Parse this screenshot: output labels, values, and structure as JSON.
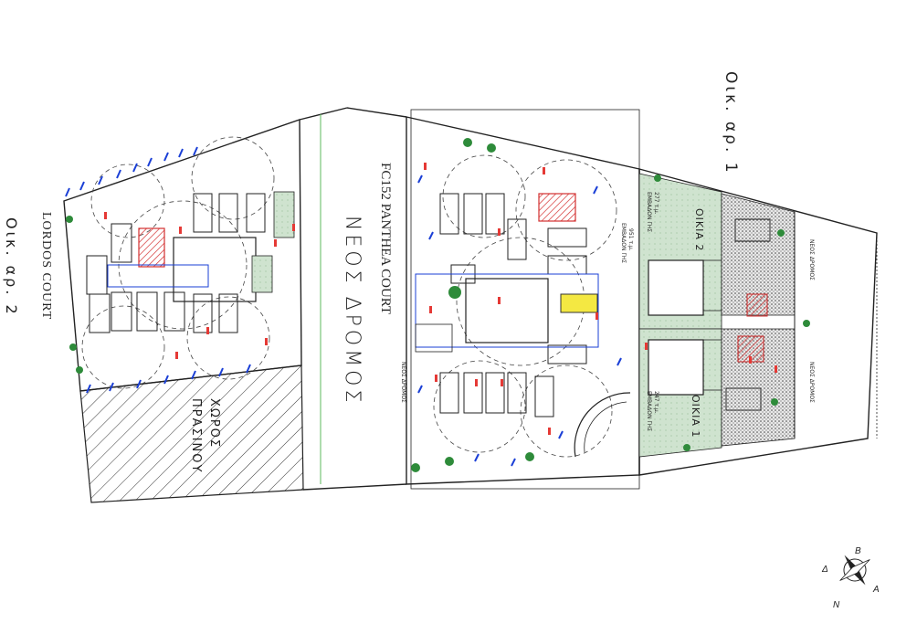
{
  "labels": {
    "plot_1": "Οικ. αρ. 1",
    "plot_2": "Οικ. αρ. 2",
    "lordos_court": "LORDOS COURT",
    "green_space": "ΧΩΡΟΣ ΠΡΑΣΙΝΟΥ",
    "new_road_main": "ΝΕΟΣ ΔΡΟΜΟΣ",
    "panthea_court": "FC152 PANTHEA COURT",
    "new_road_small_left": "ΝΕΟΣ ΔΡΟΜΟΣ",
    "new_road_small_right_top": "ΝΕΟΣ ΔΡΟΜΟΣ",
    "new_road_small_right_bottom": "ΝΕΟΣ ΔΡΟΜΟΣ",
    "house_2": "ΟΙΚΙΑ 2",
    "house_1": "ΟΙΚΙΑ 1",
    "house_2_area_value": "277 τ.μ.",
    "house_2_area_caption": "ΕΜΒΑΔΟΝ ΓΗΣ",
    "house_1_area_value": "247 τ.μ.",
    "house_1_area_caption": "ΕΜΒΑΔΟΝ ΓΗΣ",
    "panthea_area_value": "951 τ.μ.",
    "panthea_area_caption": "ΕΜΒΑΔΟΝ ΓΗΣ"
  },
  "compass": {
    "north": "N",
    "east": "A",
    "south": "B",
    "west": "Δ"
  },
  "colors": {
    "line": "#222222",
    "hatch_green": "#2e7d32",
    "green_area": "#cfe3cf",
    "parking_red": "#e53935",
    "marker_blue": "#1a3fd6",
    "tree_green": "#2e8b3a",
    "highlight_yellow": "#f4e842",
    "dashed": "#444444"
  }
}
